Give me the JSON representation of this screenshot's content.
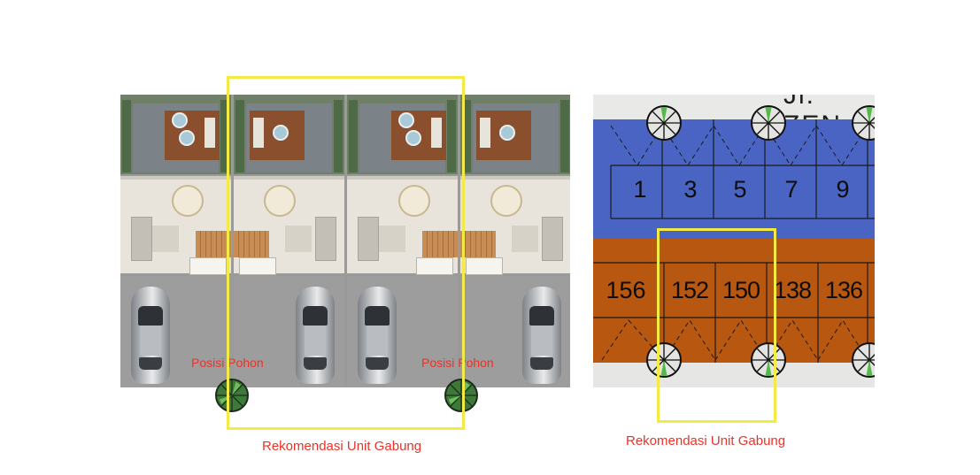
{
  "floor_plan": {
    "tree_label_left": "Posisi Pohon",
    "tree_label_right": "Posisi Pohon",
    "caption": "Rekomendasi Unit Gabung",
    "icons": [
      "tree-icon",
      "car-icon",
      "dining-table-icon",
      "sofa-icon",
      "stairs-icon"
    ]
  },
  "site_plan": {
    "street_text": "Jl. ZEN",
    "top_row_lots": [
      "1",
      "3",
      "5",
      "7",
      "9"
    ],
    "bottom_row_lots": [
      "156",
      "152",
      "150",
      "138",
      "136"
    ],
    "caption": "Rekomendasi Unit Gabung",
    "colors": {
      "top_row": "#4a64c4",
      "bottom_row": "#b8570f",
      "highlight": "#f4ea46"
    }
  },
  "colors": {
    "label_red": "#e8332a",
    "highlight_yellow": "#f4ea46"
  }
}
